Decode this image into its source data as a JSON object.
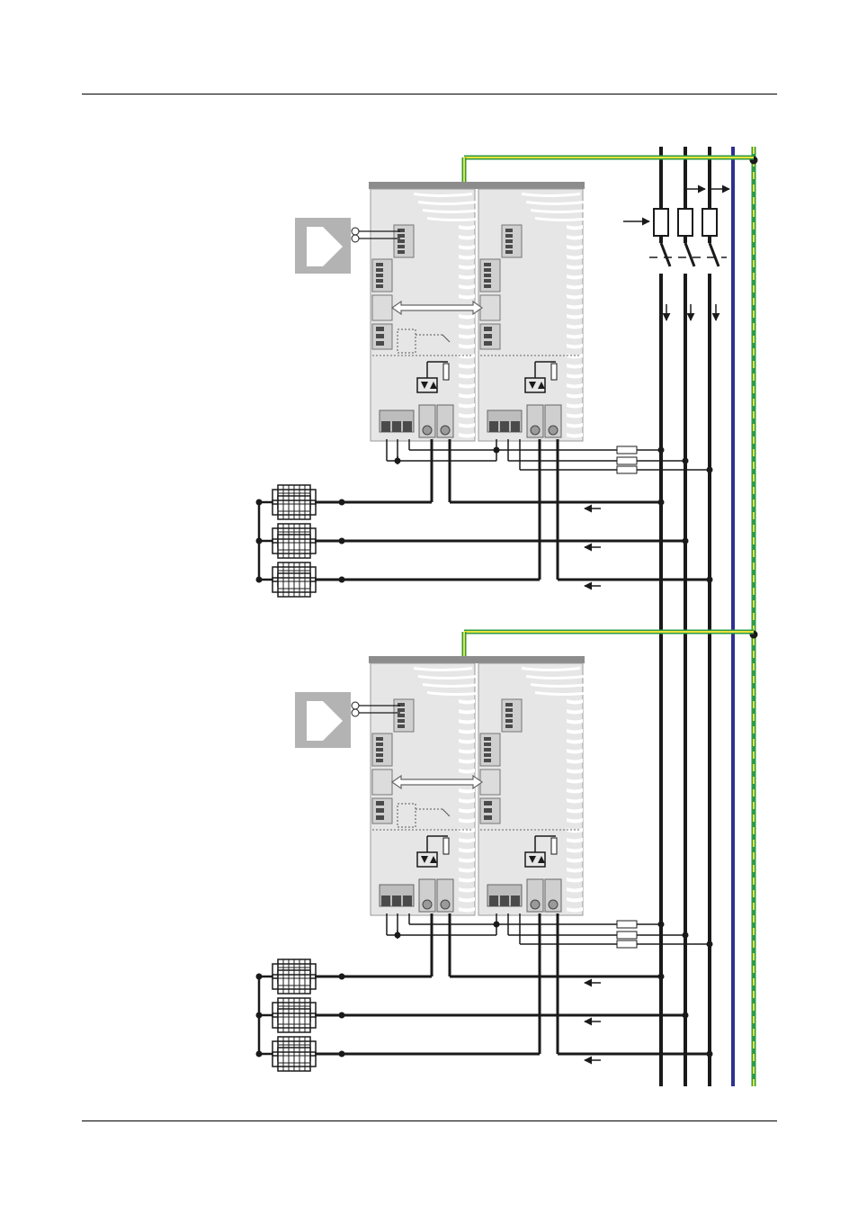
{
  "page": {
    "header_rule": true,
    "footer_rule": true
  },
  "diagram": {
    "type": "wiring-diagram",
    "units": [
      {
        "id": "upper-pair",
        "controllers": 2,
        "heater_banks": 3
      },
      {
        "id": "lower-pair",
        "controllers": 2,
        "heater_banks": 3
      }
    ],
    "supply_lines": 3,
    "neutral_line": true,
    "protective_earth_line": true,
    "colors": {
      "line": "#1a1a1a",
      "neutral": "#2e3192",
      "earth_green": "#2e9a47",
      "earth_yellow": "#e8e23a",
      "unit_fill": "#e6e6e6",
      "unit_edge": "#9a9a9a",
      "terminal": "#4a4a4a",
      "gray_icon": "#b3b3b3"
    },
    "icons": {
      "fuse": "fuse-icon",
      "switch": "disconnect-switch-icon",
      "heater": "heater-element-icon",
      "thyristor": "thyristor-icon",
      "control_symbol": "control-input-symbol"
    }
  }
}
